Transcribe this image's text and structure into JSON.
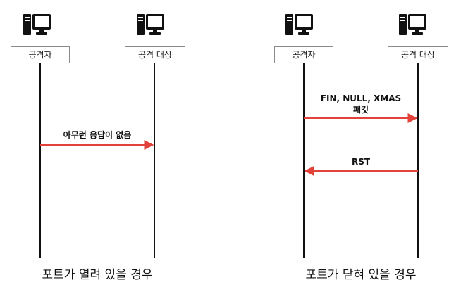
{
  "colors": {
    "arrow": "#e3423a",
    "lifeline": "#111111",
    "computer": "#111111"
  },
  "open_scenario": {
    "left_label": "공격자",
    "right_label": "공격 대상",
    "message": "아무런 응답이 없음",
    "caption": "포트가 열려 있을 경우"
  },
  "closed_scenario": {
    "left_label": "공격자",
    "right_label": "공격 대상",
    "message1_line1": "FIN, NULL, XMAS",
    "message1_line2": "패킷",
    "message2": "RST",
    "caption": "포트가 닫혀 있을 경우"
  },
  "icons": {
    "computer": "computer-icon"
  }
}
